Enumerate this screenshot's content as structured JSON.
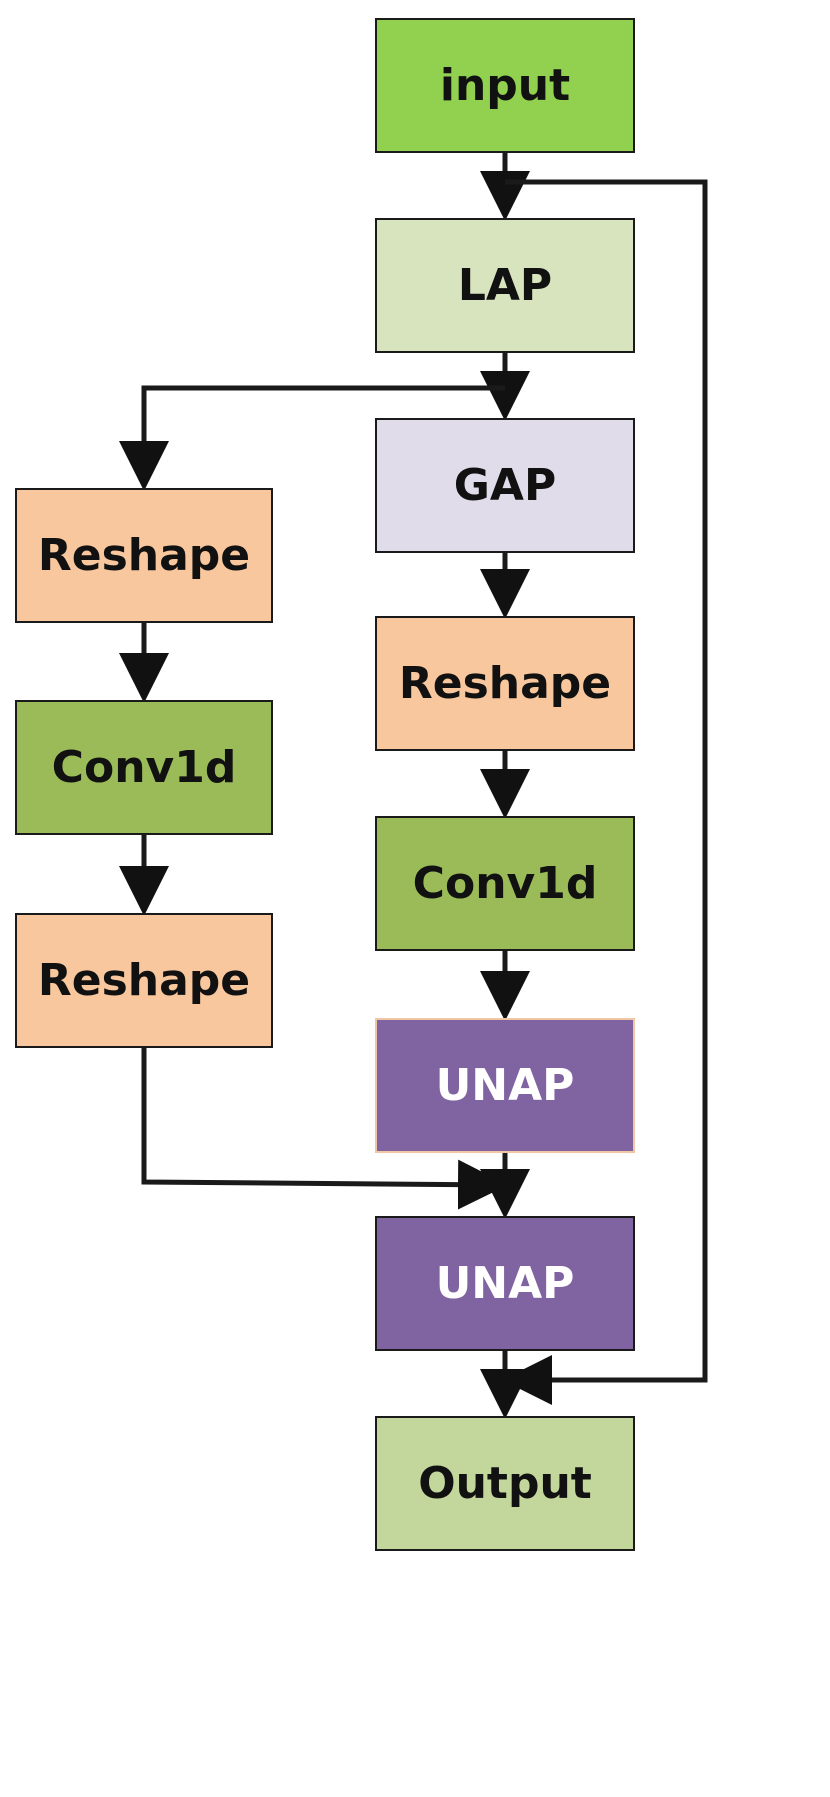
{
  "diagram": {
    "nodes": [
      {
        "id": "input",
        "label": "input",
        "fill": "#92d050"
      },
      {
        "id": "lap",
        "label": "LAP",
        "fill": "#d7e4bd"
      },
      {
        "id": "gap",
        "label": "GAP",
        "fill": "#e0dcea"
      },
      {
        "id": "reshape-right",
        "label": "Reshape",
        "fill": "#f9c79e"
      },
      {
        "id": "conv1d-right",
        "label": "Conv1d",
        "fill": "#9bbb59"
      },
      {
        "id": "unap-1",
        "label": "UNAP",
        "fill": "#8064a2"
      },
      {
        "id": "unap-2",
        "label": "UNAP",
        "fill": "#8064a2"
      },
      {
        "id": "output",
        "label": "Output",
        "fill": "#c3d69b"
      },
      {
        "id": "reshape-left-top",
        "label": "Reshape",
        "fill": "#f9c79e"
      },
      {
        "id": "conv1d-left",
        "label": "Conv1d",
        "fill": "#9bbb59"
      },
      {
        "id": "reshape-left-bottom",
        "label": "Reshape",
        "fill": "#f9c79e"
      }
    ],
    "edges": [
      {
        "from": "input",
        "to": "lap"
      },
      {
        "from": "lap",
        "to": "gap"
      },
      {
        "from": "lap",
        "to": "reshape-left-top"
      },
      {
        "from": "gap",
        "to": "reshape-right"
      },
      {
        "from": "reshape-right",
        "to": "conv1d-right"
      },
      {
        "from": "conv1d-right",
        "to": "unap-1"
      },
      {
        "from": "unap-1",
        "to": "unap-2"
      },
      {
        "from": "reshape-left-top",
        "to": "conv1d-left"
      },
      {
        "from": "conv1d-left",
        "to": "reshape-left-bottom"
      },
      {
        "from": "reshape-left-bottom",
        "to": "unap-2"
      },
      {
        "from": "unap-2",
        "to": "output"
      },
      {
        "from": "input",
        "to": "output",
        "kind": "skip"
      }
    ],
    "colors": {
      "stroke": "#1a1a1a",
      "light_text": "#ffffff",
      "dark_text": "#111111"
    }
  }
}
